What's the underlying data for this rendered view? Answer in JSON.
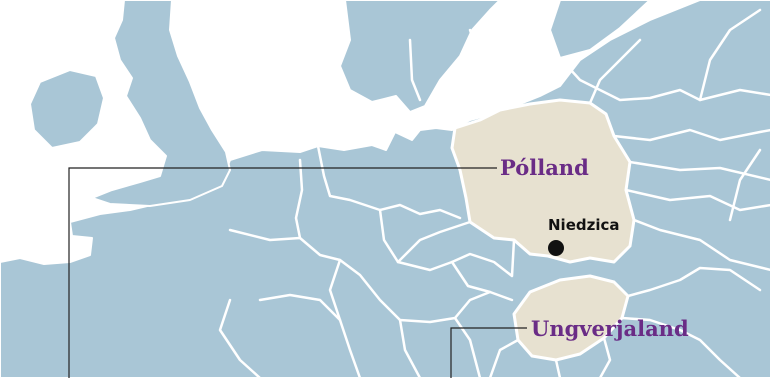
{
  "colors": {
    "sea": "#ffffff",
    "land": "#a9c6d6",
    "highlight": "#e7e1d0",
    "border": "#ffffff",
    "accent_label": "#6a2c86",
    "city_label": "#111111",
    "leader_line": "#222222"
  },
  "labels": {
    "poland": "Pólland",
    "hungary": "Ungverjaland",
    "city": "Niedzica"
  },
  "highlighted_countries": [
    "Pólland",
    "Ungverjaland"
  ]
}
